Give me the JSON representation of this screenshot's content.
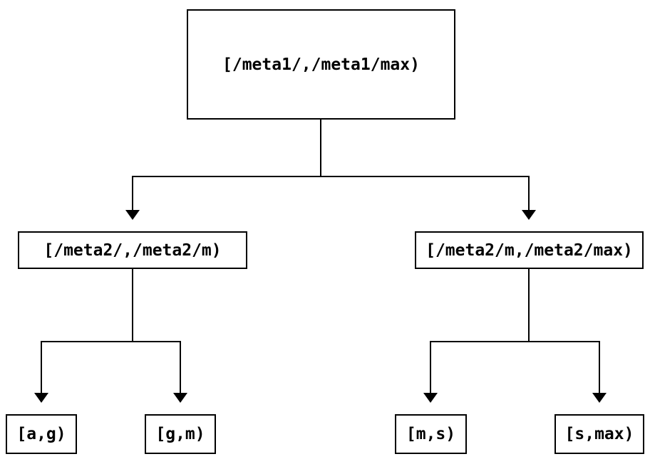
{
  "colors": {
    "background": "#ffffff",
    "line": "#000000",
    "text": "#000000"
  },
  "tree": {
    "root": {
      "label": "[/meta1/,/meta1/max)"
    },
    "level2": {
      "left": {
        "label": "[/meta2/,/meta2/m)"
      },
      "right": {
        "label": "[/meta2/m,/meta2/max)"
      }
    },
    "leaves": {
      "ag": {
        "label": "[a,g)"
      },
      "gm": {
        "label": "[g,m)"
      },
      "ms": {
        "label": "[m,s)"
      },
      "smax": {
        "label": "[s,max)"
      }
    }
  }
}
